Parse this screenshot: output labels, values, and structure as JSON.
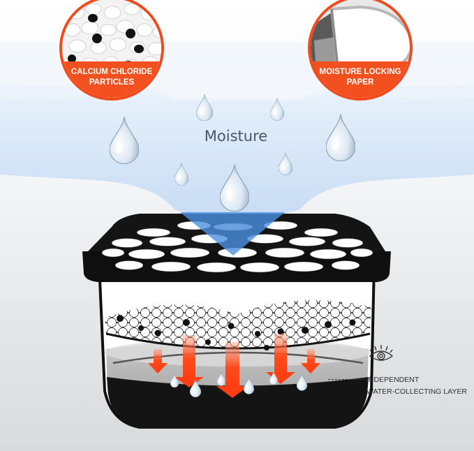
{
  "badges": [
    {
      "id": "left",
      "label_line1": "CALCIUM CHLORIDE",
      "label_line2": "PARTICLES",
      "icon": "calcium-chloride-particles-photo"
    },
    {
      "id": "right",
      "label_line1": "MOISTURE LOCKING",
      "label_line2": "PAPER",
      "icon": "moisture-locking-paper-photo"
    }
  ],
  "moisture_label": "Moisture",
  "annotation": {
    "line1": "INDEPENDENT",
    "line2": "WATER-COLLECTING LAYER",
    "icon": "eye-icon"
  },
  "colors": {
    "accent_orange": "#f2501e",
    "moisture_blue": "#bcd8f5",
    "funnel_blue": "#4a90e2",
    "arrow_red": "#ff4a1c",
    "container_black": "#141414"
  }
}
